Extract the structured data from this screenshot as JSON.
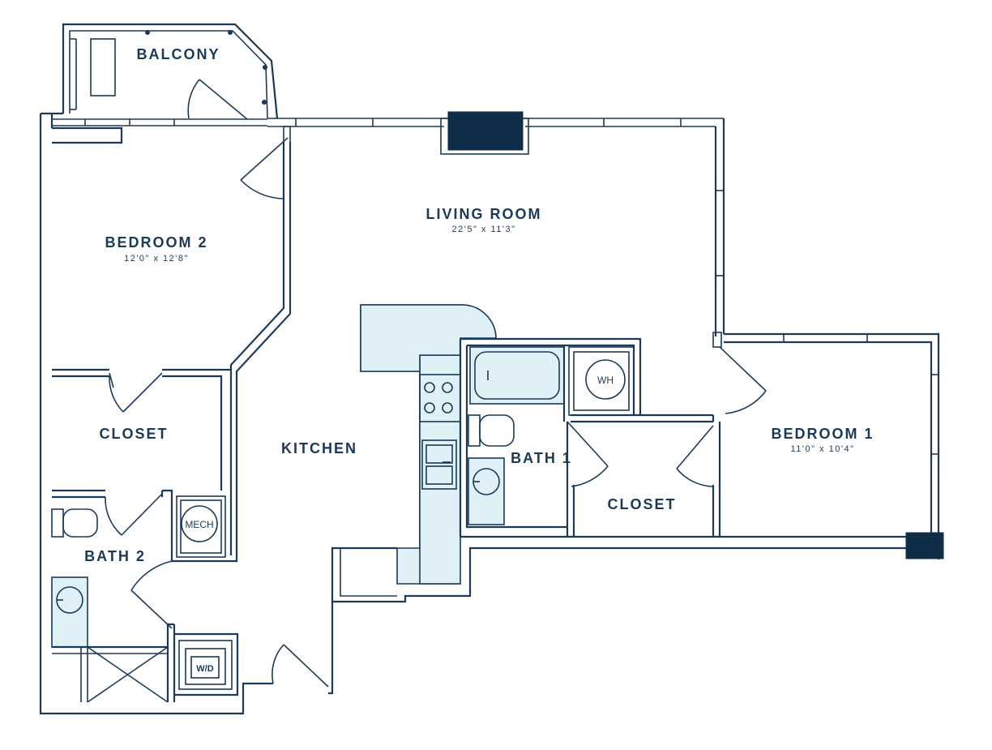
{
  "colors": {
    "wall": "#1b3a57",
    "fixture_fill": "#dff0f7",
    "solid_block": "#0f2c48",
    "background": "#ffffff"
  },
  "rooms": {
    "balcony": {
      "label": "BALCONY"
    },
    "living_room": {
      "label": "LIVING ROOM",
      "dimensions": "22'5\" x 11'3\""
    },
    "bedroom_2": {
      "label": "BEDROOM 2",
      "dimensions": "12'0\" x 12'8\""
    },
    "bedroom_1": {
      "label": "BEDROOM 1",
      "dimensions": "11'0\" x 10'4\""
    },
    "closet_left": {
      "label": "CLOSET"
    },
    "closet_right": {
      "label": "CLOSET"
    },
    "kitchen": {
      "label": "KITCHEN"
    },
    "bath_1": {
      "label": "BATH 1"
    },
    "bath_2": {
      "label": "BATH 2"
    }
  },
  "fixtures": {
    "water_heater": "WH",
    "mechanical": "MECH",
    "washer_dryer": "W/D"
  }
}
